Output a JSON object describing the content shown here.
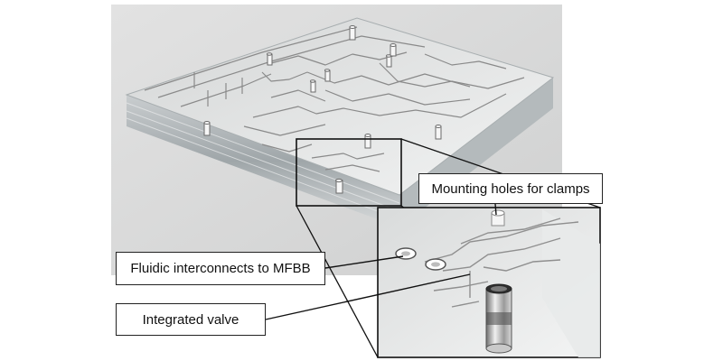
{
  "figure": {
    "callouts": {
      "mounting_holes": "Mounting holes for clamps",
      "fluidic_interconnects": "Fluidic interconnects to MFBB",
      "integrated_valve": "Integrated valve"
    },
    "colors": {
      "background": "#ffffff",
      "photo_backdrop": "#dcdcdc",
      "acrylic_edge": "#b9bec0",
      "channel_stroke": "#8a8a8a",
      "callout_border": "#222222"
    }
  }
}
